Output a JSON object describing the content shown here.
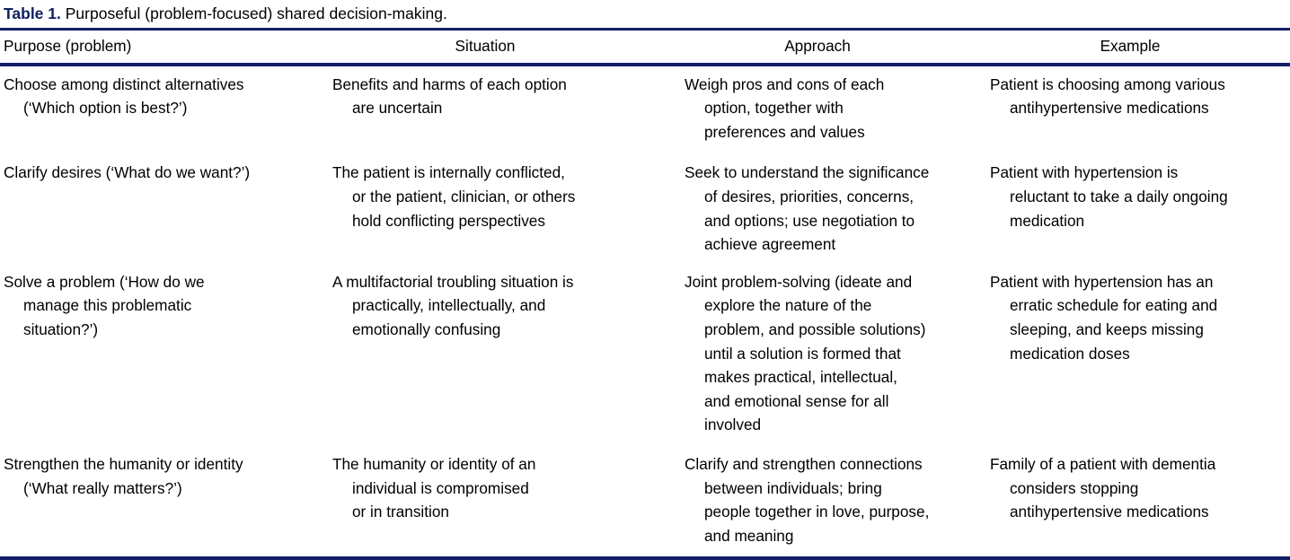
{
  "caption": {
    "label": "Table 1.",
    "text": "Purposeful (problem-focused) shared decision-making."
  },
  "colors": {
    "rule": "#131f66",
    "caption_label": "#102060",
    "body_text": "#000000",
    "background": "#ffffff"
  },
  "table": {
    "headers": [
      "Purpose (problem)",
      "Situation",
      "Approach",
      "Example"
    ],
    "rows": [
      {
        "purpose": [
          "Choose among distinct alternatives",
          "(‘Which option is best?’)"
        ],
        "situation": [
          "Benefits and harms of each option",
          "are uncertain"
        ],
        "approach": [
          "Weigh pros and cons of each",
          "option, together with",
          "preferences and values"
        ],
        "example": [
          "Patient is choosing among various",
          "antihypertensive medications"
        ]
      },
      {
        "purpose": [
          "Clarify desires (‘What do we want?’)"
        ],
        "situation": [
          "The patient is internally conflicted,",
          "or the patient, clinician, or others",
          "hold conflicting perspectives"
        ],
        "approach": [
          "Seek to understand the significance",
          "of desires, priorities, concerns,",
          "and options; use negotiation to",
          "achieve agreement"
        ],
        "example": [
          "Patient with hypertension is",
          "reluctant to take a daily ongoing",
          "medication"
        ]
      },
      {
        "purpose": [
          "Solve a problem (‘How do we",
          "manage this problematic",
          "situation?’)"
        ],
        "situation": [
          "A multifactorial troubling situation is",
          "practically, intellectually, and",
          "emotionally confusing"
        ],
        "approach": [
          "Joint problem-solving (ideate and",
          "explore the nature of the",
          "problem, and possible solutions)",
          "until a solution is formed that",
          "makes practical, intellectual,",
          "and emotional sense for all",
          "involved"
        ],
        "example": [
          "Patient with hypertension has an",
          "erratic schedule for eating and",
          "sleeping, and keeps missing",
          "medication doses"
        ]
      },
      {
        "purpose": [
          "Strengthen the humanity or identity",
          "(‘What really matters?’)"
        ],
        "situation": [
          "The humanity or identity of an",
          "individual is compromised",
          "or in transition"
        ],
        "approach": [
          "Clarify and strengthen connections",
          "between individuals; bring",
          "people together in love, purpose,",
          "and meaning"
        ],
        "example": [
          "Family of a patient with dementia",
          "considers stopping",
          "antihypertensive medications"
        ]
      }
    ]
  }
}
